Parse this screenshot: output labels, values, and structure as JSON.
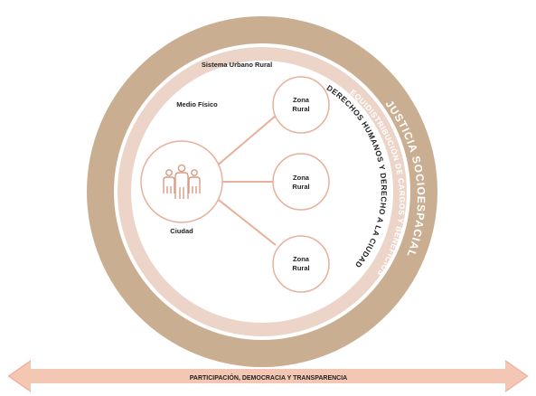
{
  "diagram": {
    "outer_ring_label": "JUSTICIA SOCIOESPACIAL",
    "middle_ring_label": "EQUIDISTRIBUCIÓN DE CARGOS Y BENEFICIOS",
    "inner_ring_label": "DERECHOS HUMANOS Y DERECHO A LA CIUDAD",
    "system_label": "Sistema Urbano Rural",
    "medium_label": "Medio Físico",
    "city": {
      "label": "Ciudad",
      "icon": "people-group-icon"
    },
    "zones": [
      {
        "line1": "Zona",
        "line2": "Rural"
      },
      {
        "line1": "Zona",
        "line2": "Rural"
      },
      {
        "line1": "Zona",
        "line2": "Rural"
      }
    ],
    "bottom_arrow_label": "PARTICIPACIÓN, DEMOCRACIA Y TRANSPARENCIA"
  },
  "colors": {
    "outer_ring": "#c9ae92",
    "middle_ring": "#ecd5c8",
    "inner_fill": "#ffffff",
    "node_stroke": "#e8b09a",
    "connector": "#e8b09a",
    "arrow_fill": "#f4c7b5",
    "text_dark": "#222222",
    "ring_text": "#ffffff"
  }
}
